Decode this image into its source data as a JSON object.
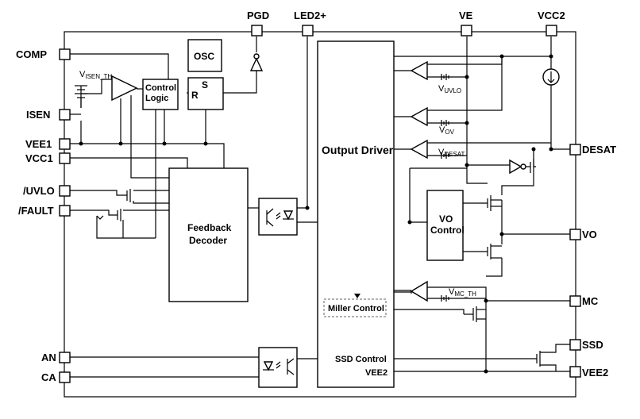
{
  "pins": {
    "pgd": "PGD",
    "led2": "LED2+",
    "ve": "VE",
    "vcc2": "VCC2",
    "comp": "COMP",
    "isen": "ISEN",
    "vee1": "VEE1",
    "vcc1": "VCC1",
    "uvlo": "/UVLO",
    "fault": "/FAULT",
    "an": "AN",
    "ca": "CA",
    "desat": "DESAT",
    "vo": "VO",
    "mc": "MC",
    "ssd": "SSD",
    "vee2": "VEE2"
  },
  "blocks": {
    "osc": "OSC",
    "latch_s": "S",
    "latch_r": "R",
    "control_logic_line1": "Control",
    "control_logic_line2": "Logic",
    "feedback_line1": "Feedback",
    "feedback_line2": "Decoder",
    "output_driver": "Output Driver",
    "vo_control_line1": "VO",
    "vo_control_line2": "Control",
    "miller_control": "Miller Control",
    "ssd_control": "SSD Control",
    "vee2_inner": "VEE2"
  },
  "refs": {
    "visen_v": "V",
    "visen_sub": "ISEN_TH",
    "vuvlo_v": "V",
    "vuvlo_sub": "UVLO",
    "vov_v": "V",
    "vov_sub": "OV",
    "vdesat_v": "V",
    "vdesat_sub": "DESAT",
    "vmc_v": "V",
    "vmc_sub": "MC_TH"
  }
}
